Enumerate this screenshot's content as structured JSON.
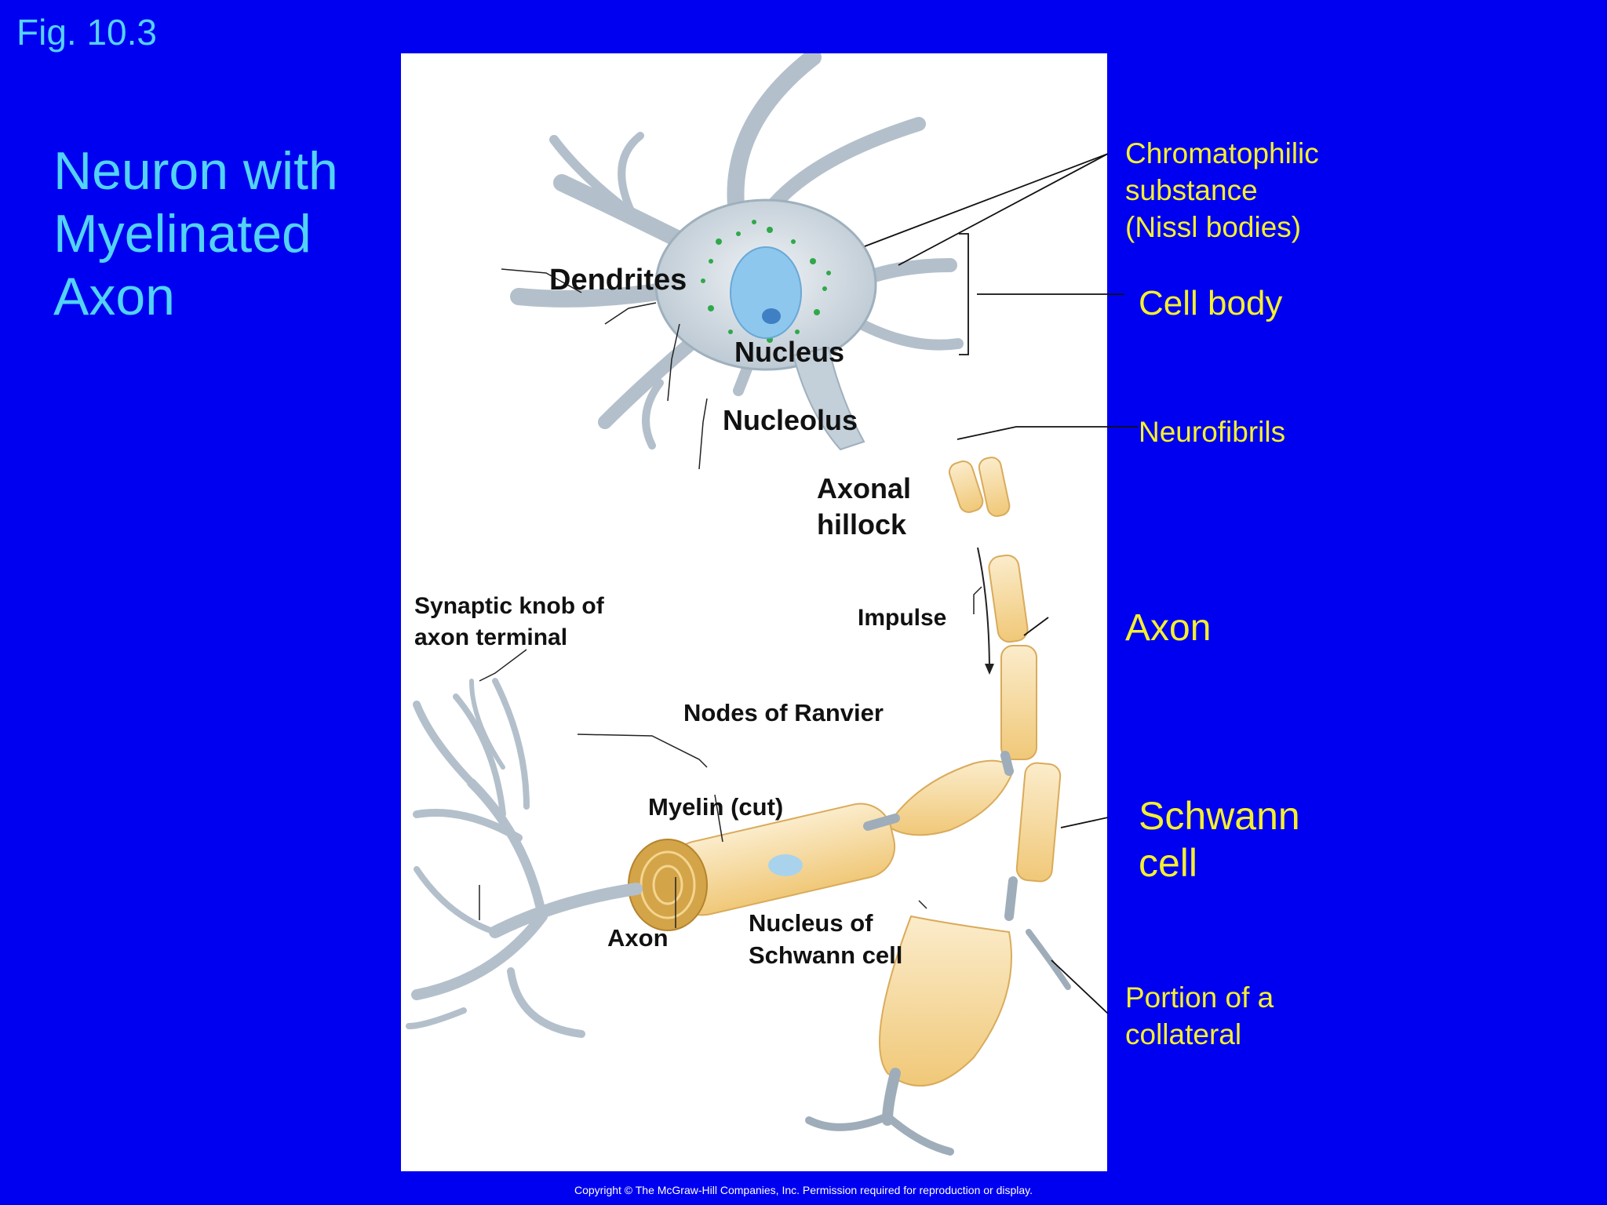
{
  "slide": {
    "fig_label": "Fig. 10.3",
    "title_lines": [
      "Neuron with",
      "Myelinated",
      "Axon"
    ],
    "copyright": "Copyright © The McGraw-Hill Companies, Inc. Permission required for reproduction or display."
  },
  "labels_black": {
    "dendrites": "Dendrites",
    "nucleus": "Nucleus",
    "nucleolus": "Nucleolus",
    "axonal_hillock_1": "Axonal",
    "axonal_hillock_2": "hillock",
    "synaptic_1": "Synaptic knob of",
    "synaptic_2": "axon terminal",
    "impulse": "Impulse",
    "nodes": "Nodes of Ranvier",
    "myelin": "Myelin (cut)",
    "axon": "Axon",
    "schwann_nucleus_1": "Nucleus of",
    "schwann_nucleus_2": "Schwann cell"
  },
  "labels_yellow": {
    "chromatophilic_1": "Chromatophilic",
    "chromatophilic_2": "substance",
    "chromatophilic_3": "(Nissl bodies)",
    "cell_body": "Cell body",
    "neurofibrils": "Neurofibrils",
    "axon": "Axon",
    "schwann_1": "Schwann",
    "schwann_2": "cell",
    "collateral_1": "Portion of a",
    "collateral_2": "collateral"
  },
  "colors": {
    "background": "#0000f0",
    "title": "#52d2f6",
    "callout_yellow": "#f4f02e",
    "neuron_body": "#c3cfd9",
    "myelin": "#f7dba4",
    "nissl": "#2fa84a",
    "nucleus": "#8ec7ee"
  }
}
